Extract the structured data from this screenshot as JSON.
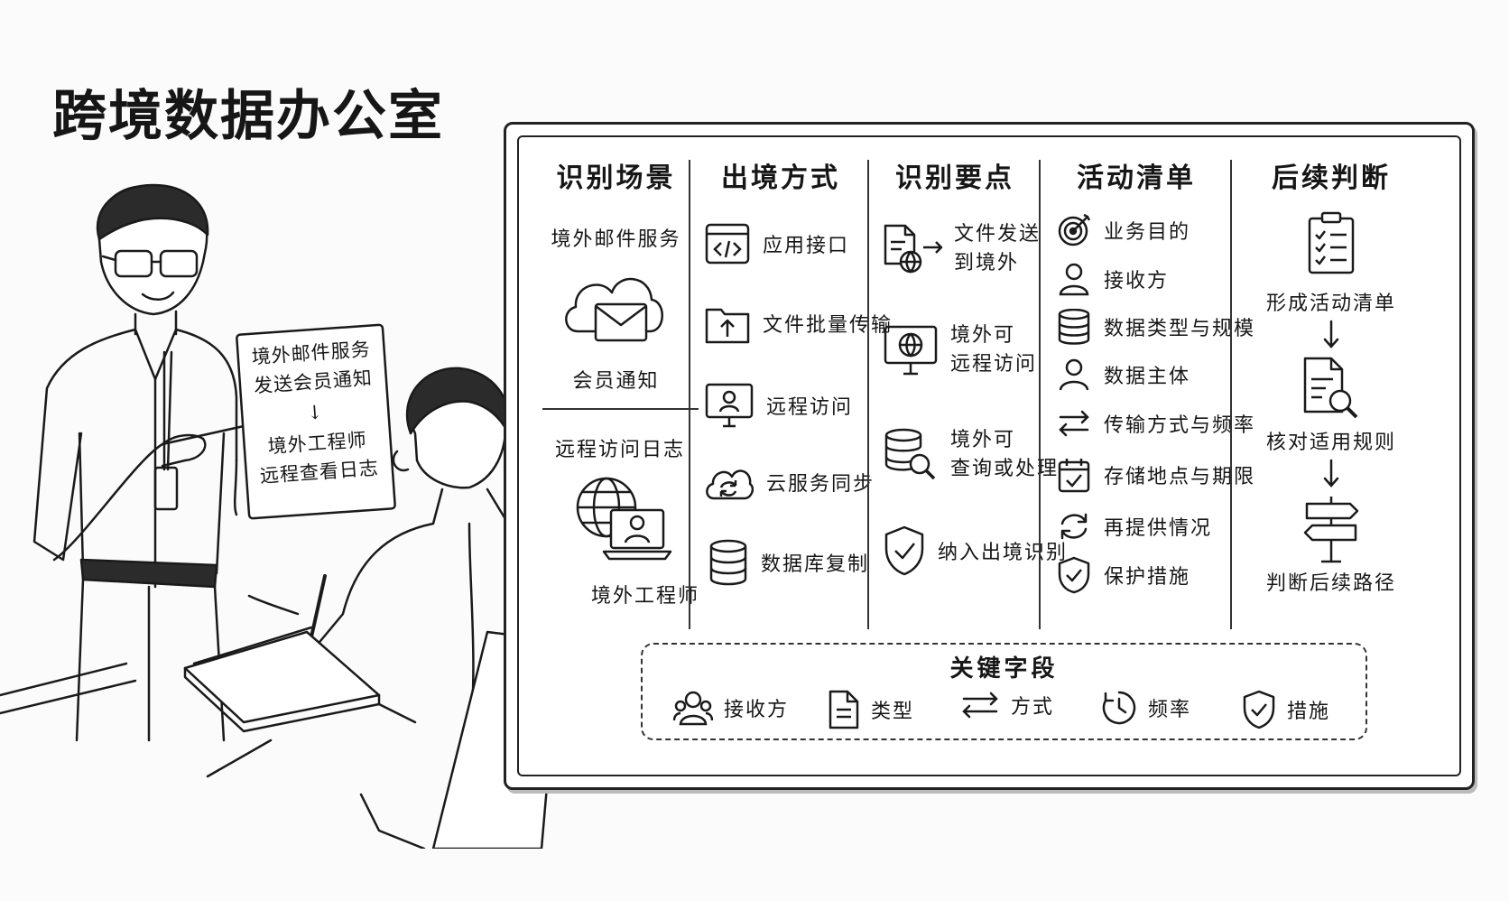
{
  "title": "跨境数据办公室",
  "sign": {
    "line1": "境外邮件服务",
    "line2": "发送会员通知",
    "arrow": "↓",
    "line3": "境外工程师",
    "line4": "远程查看日志"
  },
  "columns": {
    "scenario": {
      "header": "识别场景",
      "s1_title": "境外邮件服务",
      "s1_caption": "会员通知",
      "s2_title": "远程访问日志",
      "s2_caption": "境外工程师"
    },
    "methods": {
      "header": "出境方式",
      "items": [
        "应用接口",
        "文件批量传输",
        "远程访问",
        "云服务同步",
        "数据库复制"
      ]
    },
    "points": {
      "header": "识别要点",
      "items": [
        {
          "l1": "文件发送",
          "l2": "到境外"
        },
        {
          "l1": "境外可",
          "l2": "远程访问"
        },
        {
          "l1": "境外可",
          "l2": "查询或处理"
        },
        {
          "l1": "纳入出境识别",
          "l2": ""
        }
      ]
    },
    "activities": {
      "header": "活动清单",
      "items": [
        "业务目的",
        "接收方",
        "数据类型与规模",
        "数据主体",
        "传输方式与频率",
        "存储地点与期限",
        "再提供情况",
        "保护措施"
      ]
    },
    "followup": {
      "header": "后续判断",
      "items": [
        "形成活动清单",
        "核对适用规则",
        "判断后续路径"
      ]
    }
  },
  "key_fields": {
    "title": "关键字段",
    "items": [
      "接收方",
      "类型",
      "方式",
      "频率",
      "措施"
    ]
  }
}
